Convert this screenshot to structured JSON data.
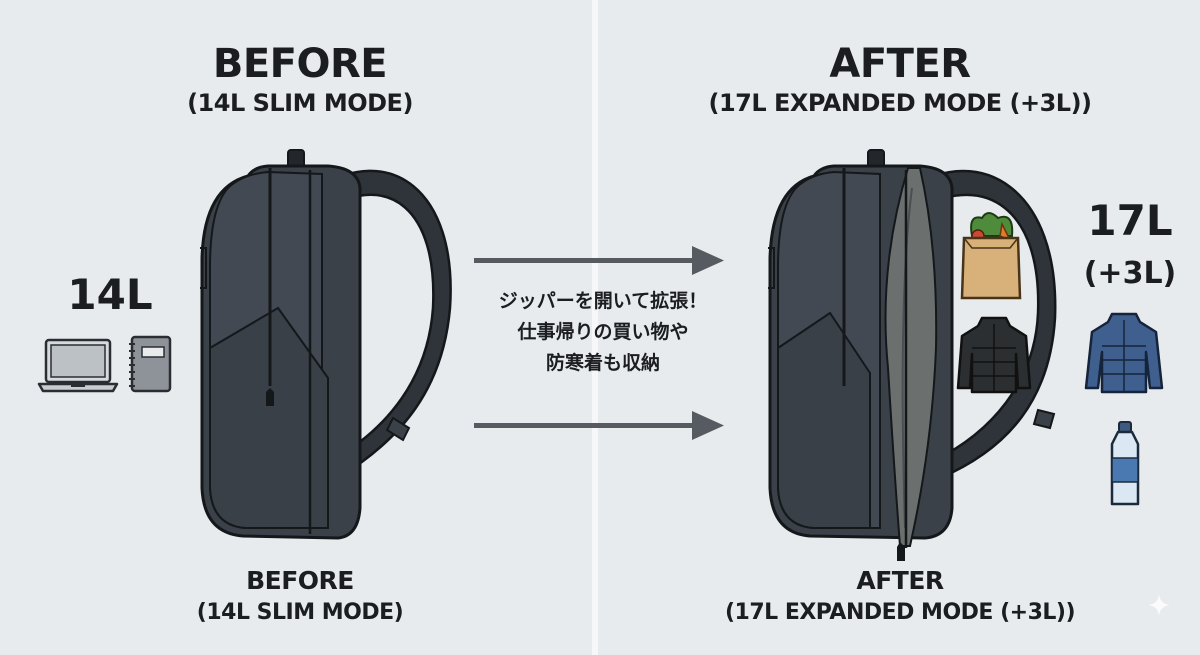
{
  "before": {
    "title": "BEFORE",
    "subtitle": "(14L SLIM MODE)",
    "caption_title": "BEFORE",
    "caption_subtitle": "(14L SLIM MODE)",
    "capacity": "14L"
  },
  "after": {
    "title": "AFTER",
    "subtitle": "(17L EXPANDED MODE (+3L))",
    "caption_title": "AFTER",
    "caption_subtitle": "(17L EXPANDED MODE (+3L))",
    "capacity": "17L",
    "capacity_extra": "(+3L)"
  },
  "middle": {
    "line1": "ジッパーを開いて拡張！",
    "line2": "仕事帰りの買い物や",
    "line3": "防寒着も収納"
  },
  "icons": {
    "before": [
      "laptop-icon",
      "notebook-icon"
    ],
    "after": [
      "grocery-bag-icon",
      "black-puffer-jacket-icon",
      "blue-puffer-jacket-icon",
      "water-bottle-icon"
    ]
  },
  "colors": {
    "backpack": "#3b4149",
    "backpack_dark": "#2a2f35",
    "arrow": "#555b61",
    "jacket_blue": "#3f5f8f",
    "bag_paper": "#d8b07a"
  }
}
